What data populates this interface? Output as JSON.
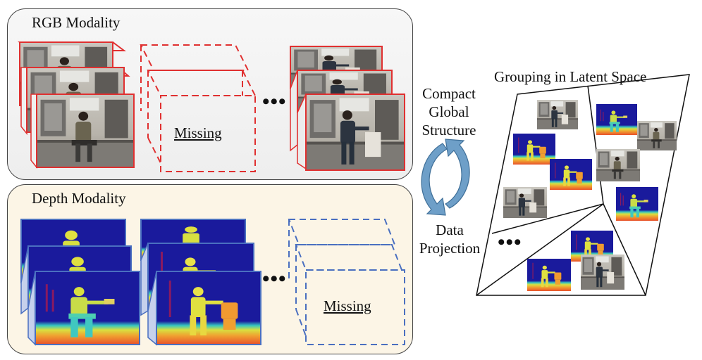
{
  "rgb_modality": {
    "title": "RGB Modality",
    "missing_label": "Missing",
    "ellipsis": "•••",
    "frame_color": "#e03030"
  },
  "depth_modality": {
    "title": "Depth Modality",
    "missing_label": "Missing",
    "ellipsis": "•••",
    "frame_color": "#4a6fc0"
  },
  "cycle": {
    "top_label": "Compact Global Structure",
    "bottom_label": "Data Projection",
    "arrow_color": "#6e9fc8"
  },
  "latent_space": {
    "title": "Grouping in Latent Space",
    "ellipsis": "•••"
  },
  "colors": {
    "depth_background": "#1a1a9c",
    "depth_person": "#d8e040",
    "depth_floor": "#e8502a"
  }
}
